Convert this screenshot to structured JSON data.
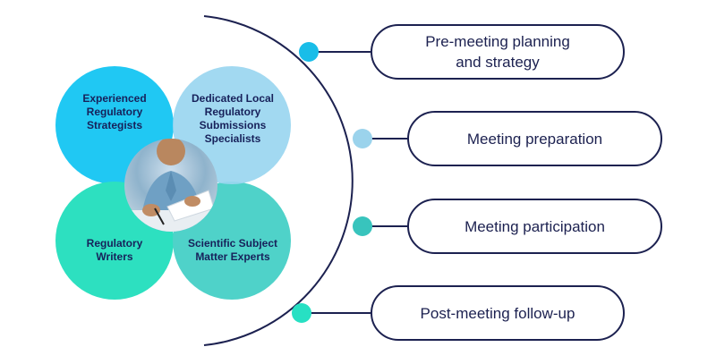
{
  "roles": [
    {
      "label": "Experienced\nRegulatory\nStrategists",
      "color": "#20c8f3"
    },
    {
      "label": "Dedicated Local\nRegulatory\nSubmissions\nSpecialists",
      "color": "#8fd3f0"
    },
    {
      "label": "Regulatory\nWriters",
      "color": "#2de0c0"
    },
    {
      "label": "Scientific Subject\nMatter Experts",
      "color": "#4fd2c9"
    }
  ],
  "steps": [
    {
      "label": "Pre-meeting planning\nand strategy",
      "node_color": "#19bde8"
    },
    {
      "label": "Meeting preparation",
      "node_color": "#9bd3ec"
    },
    {
      "label": "Meeting participation",
      "node_color": "#38c4bd"
    },
    {
      "label": "Post-meeting follow-up",
      "node_color": "#27e0c3"
    }
  ],
  "colors": {
    "outline": "#1c2150",
    "text": "#17215a"
  }
}
